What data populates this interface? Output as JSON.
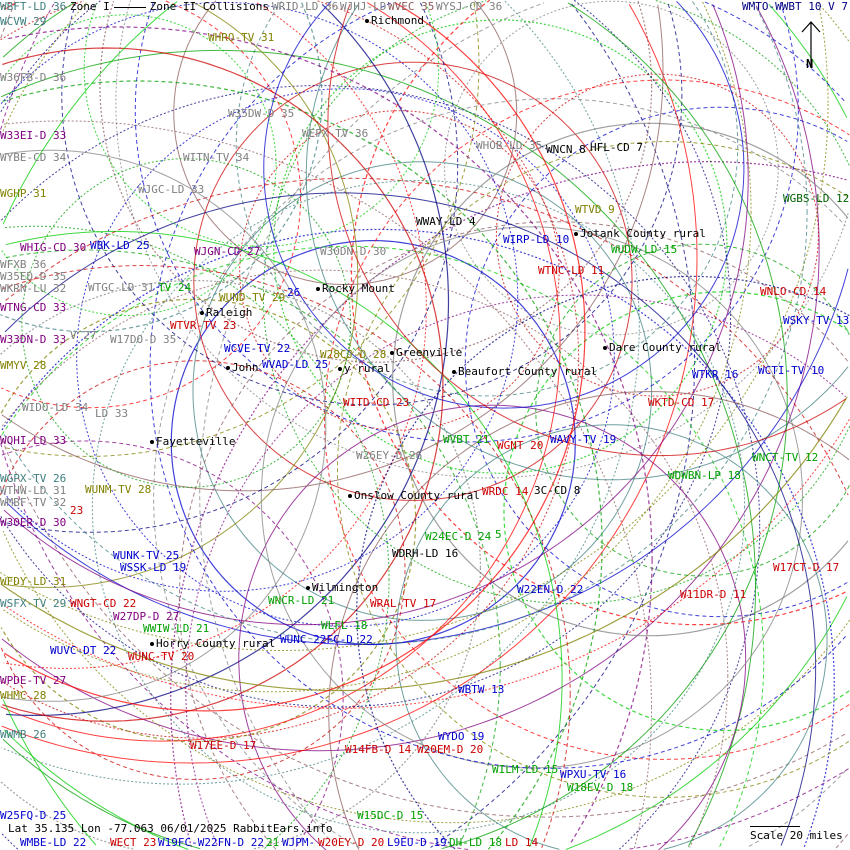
{
  "legend": {
    "zone1": "Zone I",
    "zone2": "Zone II Collisions"
  },
  "status": "Lat 35.135 Lon -77.063 06/01/2025 RabbitEars.info",
  "scale": "Scale 20 miles",
  "north": "N",
  "colors": {
    "teal": "#408080",
    "gray": "#808080",
    "olive": "#808000",
    "purple": "#800080",
    "blue": "#0000cc",
    "red": "#cc0000",
    "green": "#00a000",
    "brown": "#8b5a5a",
    "black": "#000000",
    "dkgreen": "#006000",
    "navy": "#000080"
  },
  "cities": [
    "Richmond",
    "Rocky Mount",
    "Raleigh",
    "Greenville",
    "John",
    "y rural",
    "Beaufort County rural",
    "Dare County rural",
    "Jotank County rural",
    "Fayetteville",
    "Onslow County rural",
    "Wilmington",
    "Horry County rural"
  ],
  "stations": [
    {
      "text": "WBFT-LD 36",
      "color": "teal"
    },
    {
      "text": "WRID-LD 36",
      "color": "gray"
    },
    {
      "text": "WJHJ-LD",
      "color": "gray"
    },
    {
      "text": "WVEC 35",
      "color": "brown"
    },
    {
      "text": "WYSJ-CD 36",
      "color": "gray"
    },
    {
      "text": "WMTO-WWBT 10 V 7",
      "color": "navy"
    },
    {
      "text": "WCVW 29",
      "color": "teal"
    },
    {
      "text": "WHRO-TV 31",
      "color": "olive"
    },
    {
      "text": "W36FB-D 36",
      "color": "gray"
    },
    {
      "text": "W35DW-D 35",
      "color": "gray"
    },
    {
      "text": "WEPX-TV 36",
      "color": "gray"
    },
    {
      "text": "W33EI-D 33",
      "color": "purple"
    },
    {
      "text": "WITN-TV 34",
      "color": "gray"
    },
    {
      "text": "WYBE-CD 34",
      "color": "gray"
    },
    {
      "text": "WGHP 31",
      "color": "olive"
    },
    {
      "text": "WJGC-LD 33",
      "color": "gray"
    },
    {
      "text": "WHOB-LD 35",
      "color": "gray"
    },
    {
      "text": "WNCN 8",
      "color": "black"
    },
    {
      "text": "HFL-CD 7",
      "color": "black"
    },
    {
      "text": "WGBS-LD 12",
      "color": "dkgreen"
    },
    {
      "text": "WTVD 9",
      "color": "olive"
    },
    {
      "text": "WWAY-LD 4",
      "color": "black"
    },
    {
      "text": "WIRP-LD 10",
      "color": "blue"
    },
    {
      "text": "WUDW-LD 15",
      "color": "green"
    },
    {
      "text": "WHIG-CD 30",
      "color": "purple"
    },
    {
      "text": "WBK-LD 25",
      "color": "blue"
    },
    {
      "text": "WJGN-CD 27",
      "color": "purple"
    },
    {
      "text": "W30DN-D 30",
      "color": "gray"
    },
    {
      "text": "WFXB 36",
      "color": "gray"
    },
    {
      "text": "W35ED-D 35",
      "color": "gray"
    },
    {
      "text": "WTNC-LD 11",
      "color": "red"
    },
    {
      "text": "WKRN-LU 32",
      "color": "gray"
    },
    {
      "text": "WTGC-LD 31",
      "color": "gray"
    },
    {
      "text": "TV 24",
      "color": "green"
    },
    {
      "text": "WUND-TV 29",
      "color": "olive"
    },
    {
      "text": "26",
      "color": "blue"
    },
    {
      "text": "WNLO-CD 14",
      "color": "red"
    },
    {
      "text": "WTNG-CD 33",
      "color": "purple"
    },
    {
      "text": "WTVR-TV 23",
      "color": "red"
    },
    {
      "text": "WSKY-TV 13",
      "color": "blue"
    },
    {
      "text": "W33DN-D 33",
      "color": "purple"
    },
    {
      "text": "V 27",
      "color": "gray"
    },
    {
      "text": "W17DO-D 35",
      "color": "gray"
    },
    {
      "text": "WCVE-TV 22",
      "color": "blue"
    },
    {
      "text": "W28CJ-D 28",
      "color": "olive"
    },
    {
      "text": "WVAD-LD 25",
      "color": "blue"
    },
    {
      "text": "WMYV 28",
      "color": "olive"
    },
    {
      "text": "WCTI-TV 10",
      "color": "blue"
    },
    {
      "text": "WTKR 16",
      "color": "blue"
    },
    {
      "text": "WIDO-LD 34",
      "color": "gray"
    },
    {
      "text": "LD 33",
      "color": "gray"
    },
    {
      "text": "WITD-CD 23",
      "color": "red"
    },
    {
      "text": "WKTD-CD 17",
      "color": "red"
    },
    {
      "text": "WQHI-LD 33",
      "color": "purple"
    },
    {
      "text": "WVBT 21",
      "color": "green"
    },
    {
      "text": "WAVY-TV 19",
      "color": "blue"
    },
    {
      "text": "WGNT 20",
      "color": "red"
    },
    {
      "text": "W26EY-D 26",
      "color": "gray"
    },
    {
      "text": "WNCT-TV 12",
      "color": "green"
    },
    {
      "text": "WGPX-TV 26",
      "color": "teal"
    },
    {
      "text": "WDWBN-LP 18",
      "color": "green"
    },
    {
      "text": "WTHW-LD 31",
      "color": "gray"
    },
    {
      "text": "WUNM-TV 28",
      "color": "olive"
    },
    {
      "text": "WMBF-TV 32",
      "color": "gray"
    },
    {
      "text": "WRDC 14",
      "color": "red"
    },
    {
      "text": "3C-CD 8",
      "color": "black"
    },
    {
      "text": "23",
      "color": "red"
    },
    {
      "text": "W30ER-D 30",
      "color": "purple"
    },
    {
      "text": "W24EC-D 24",
      "color": "green"
    },
    {
      "text": "5",
      "color": "green"
    },
    {
      "text": "WUNK-TV 25",
      "color": "blue"
    },
    {
      "text": "WSSK-LD 19",
      "color": "blue"
    },
    {
      "text": "WDRH-LD 16",
      "color": "black"
    },
    {
      "text": "W17CT-D 17",
      "color": "red"
    },
    {
      "text": "WFDY-LD 31",
      "color": "olive"
    },
    {
      "text": "W22EN-D 22",
      "color": "blue"
    },
    {
      "text": "W11DR-D 11",
      "color": "red"
    },
    {
      "text": "WSFX-TV 29",
      "color": "teal"
    },
    {
      "text": "WNGT-CD 22",
      "color": "red"
    },
    {
      "text": "WNCR-LD 21",
      "color": "green"
    },
    {
      "text": "WRAL-TV 17",
      "color": "red"
    },
    {
      "text": "W27DP-D 27",
      "color": "purple"
    },
    {
      "text": "WWIW-LD 21",
      "color": "green"
    },
    {
      "text": "WLFL 18",
      "color": "green"
    },
    {
      "text": "WUNC 22FC-D 22",
      "color": "blue"
    },
    {
      "text": "WUVC-DT 22",
      "color": "blue"
    },
    {
      "text": "WUNC-TV 20",
      "color": "red"
    },
    {
      "text": "WPDE-TV 27",
      "color": "purple"
    },
    {
      "text": "WHMC 28",
      "color": "olive"
    },
    {
      "text": "WBTW 13",
      "color": "blue"
    },
    {
      "text": "WWMB 26",
      "color": "teal"
    },
    {
      "text": "WYDO 19",
      "color": "blue"
    },
    {
      "text": "W17EE-D 17",
      "color": "red"
    },
    {
      "text": "W14FB-D 14",
      "color": "red"
    },
    {
      "text": "W20EM-D 20",
      "color": "red"
    },
    {
      "text": "WILM-LD 15",
      "color": "green"
    },
    {
      "text": "WPXU-TV 16",
      "color": "blue"
    },
    {
      "text": "W18EV-D 18",
      "color": "green"
    },
    {
      "text": "W25FQ-D 25",
      "color": "blue"
    },
    {
      "text": "W15DC-D 15",
      "color": "green"
    },
    {
      "text": "WMBE-LD 22",
      "color": "blue"
    },
    {
      "text": "WECT 23",
      "color": "red"
    },
    {
      "text": "W19FC-W22FN-D 22",
      "color": "blue"
    },
    {
      "text": "21",
      "color": "green"
    },
    {
      "text": "WJPM-",
      "color": "blue"
    },
    {
      "text": "W20EY-D 20",
      "color": "red"
    },
    {
      "text": "L9EU-D 19",
      "color": "blue"
    },
    {
      "text": "DH-LD 18",
      "color": "green"
    },
    {
      "text": "LD 14",
      "color": "red"
    }
  ]
}
